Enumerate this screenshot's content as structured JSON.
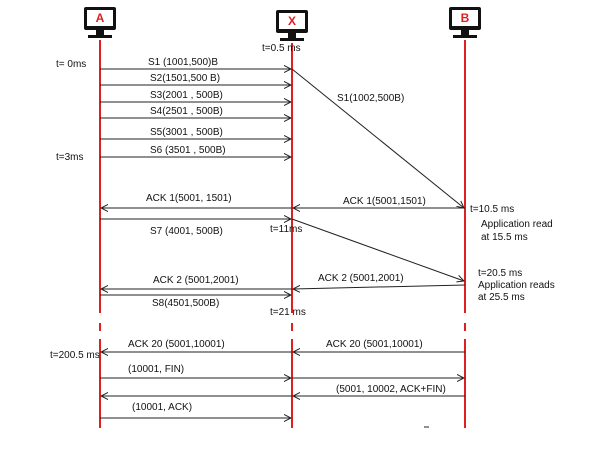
{
  "hosts": [
    {
      "id": "A",
      "label": "A"
    },
    {
      "id": "X",
      "label": "X"
    },
    {
      "id": "B",
      "label": "B"
    }
  ],
  "colors": {
    "lifeline": "#e02020",
    "arrow": "#222222",
    "monitor": "#111111",
    "label": "#e02020"
  },
  "icon": "monitor-icon",
  "time_labels": {
    "x_start": "t=0.5 ms",
    "a_start": "t= 0ms",
    "a_3ms": "t=3ms",
    "b_10_5": "t=10.5 ms",
    "b_app_read_1a": "Application read",
    "b_app_read_1b": "at 15.5 ms",
    "x_11": "t=11ms",
    "b_20_5": "t=20.5 ms",
    "b_app_read_2a": "Application reads",
    "b_app_read_2b": "at 25.5 ms",
    "x_21": "t=21 ms",
    "a_200_5": "t=200.5 ms"
  },
  "messages": {
    "s1": "S1 (1001,500)B",
    "s2": "S2(1501,500 B)",
    "s3": "S3(2001 , 500B)",
    "s4": "S4(2501 , 500B)",
    "s5": "S5(3001 , 500B)",
    "s6": "S6 (3501 , 500B)",
    "s1_xb": "S1(1002,500B)",
    "ack1_xa": "ACK 1(5001, 1501)",
    "ack1_bx": "ACK 1(5001,1501)",
    "s7": "S7 (4001, 500B)",
    "ack2_xa": "ACK 2 (5001,2001)",
    "ack2_bx": "ACK 2 (5001,2001)",
    "s8": "S8(4501,500B)",
    "ack20_xa": "ACK 20 (5001,10001)",
    "ack20_bx": "ACK 20 (5001,10001)",
    "fin": "(10001, FIN)",
    "ack_fin": "(5001, 10002, ACK+FIN)",
    "final_ack": "(10001, ACK)"
  }
}
